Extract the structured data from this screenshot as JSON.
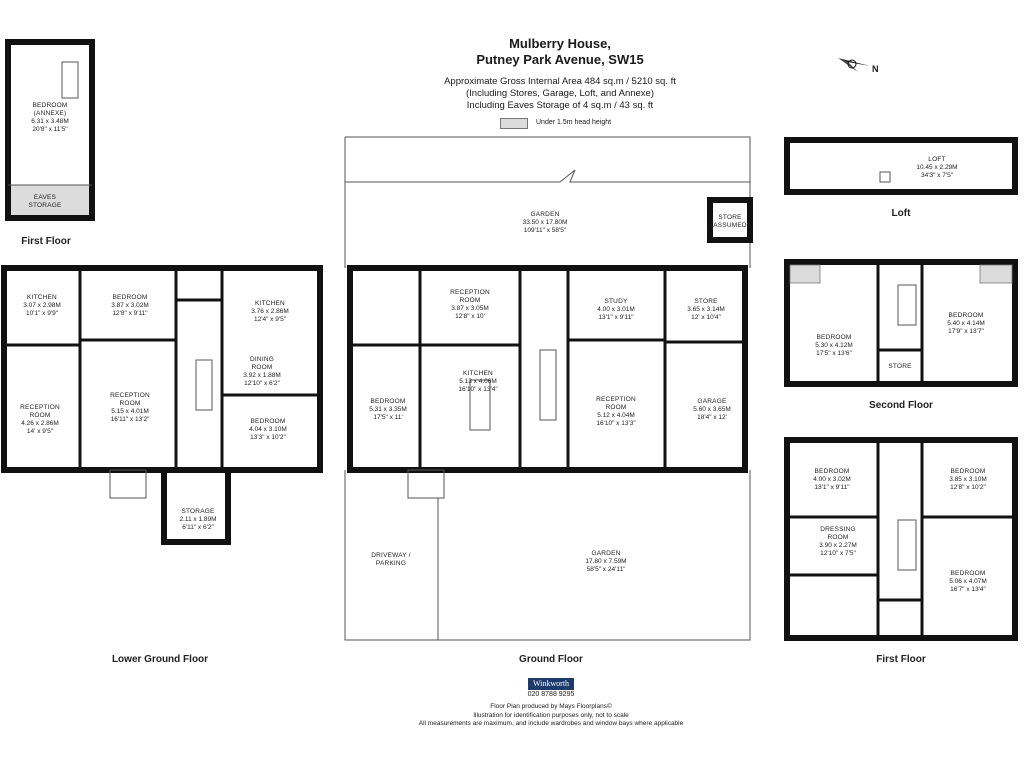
{
  "header": {
    "title_line1": "Mulberry House,",
    "title_line2": "Putney Park Avenue, SW15",
    "area_line1": "Approximate Gross Internal Area 484 sq.m  /  5210 sq. ft",
    "area_line2": "(Including Stores, Garage, Loft, and Annexe)",
    "area_line3": "Including Eaves Storage of 4 sq.m  /  43 sq. ft",
    "legend": "Under 1.5m head height"
  },
  "floors": {
    "annexe_first": "First Floor",
    "lower_ground": "Lower Ground Floor",
    "ground": "Ground Floor",
    "loft": "Loft",
    "second": "Second Floor",
    "first": "First Floor"
  },
  "rooms": {
    "annexe_bedroom": {
      "name": "BEDROOM\n(ANNEXE)",
      "m": "6.31 x 3.48M",
      "ft": "20'8\" x 11'5\""
    },
    "eaves": {
      "name": "EAVES\nSTORAGE"
    },
    "lg_kitchen": {
      "name": "KITCHEN",
      "m": "3.07 x 2.98M",
      "ft": "10'1\" x 9'9\""
    },
    "lg_bedroom1": {
      "name": "BEDROOM",
      "m": "3.87 x 3.02M",
      "ft": "12'8\" x 9'11\""
    },
    "lg_kitchen2": {
      "name": "KITCHEN",
      "m": "3.76 x 2.86M",
      "ft": "12'4\" x 9'5\""
    },
    "lg_dining": {
      "name": "DINING\nROOM",
      "m": "3.92 x 1.88M",
      "ft": "12'10\" x 6'2\""
    },
    "lg_reception1": {
      "name": "RECEPTION\nROOM",
      "m": "4.26 x 2.86M",
      "ft": "14' x 9'5\""
    },
    "lg_reception2": {
      "name": "RECEPTION\nROOM",
      "m": "5.15 x 4.01M",
      "ft": "16'11\" x 13'2\""
    },
    "lg_bedroom2": {
      "name": "BEDROOM",
      "m": "4.04 x 3.10M",
      "ft": "13'3\" x 10'2\""
    },
    "lg_storage": {
      "name": "STORAGE",
      "m": "2.11 x 1.89M",
      "ft": "6'11\" x 6'2\""
    },
    "g_garden_rear": {
      "name": "GARDEN",
      "m": "33.50 x 17.80M",
      "ft": "109'11\" x 58'5\""
    },
    "g_store_assumed": {
      "name": "STORE\n(ASSUMED)"
    },
    "g_reception1": {
      "name": "RECEPTION\nROOM",
      "m": "3.87 x 3.05M",
      "ft": "12'8\" x 10'"
    },
    "g_study": {
      "name": "STUDY",
      "m": "4.00 x 3.01M",
      "ft": "13'1\" x 9'11\""
    },
    "g_store": {
      "name": "STORE",
      "m": "3.65 x 3.14M",
      "ft": "12' x 10'4\""
    },
    "g_bedroom": {
      "name": "BEDROOM",
      "m": "5.31 x 3.35M",
      "ft": "17'5\" x 11'"
    },
    "g_kitchen": {
      "name": "KITCHEN",
      "m": "5.13 x 4.06M",
      "ft": "16'10\" x 13'4\""
    },
    "g_reception2": {
      "name": "RECEPTION\nROOM",
      "m": "5.12 x 4.04M",
      "ft": "16'10\" x 13'3\""
    },
    "g_garage": {
      "name": "GARAGE",
      "m": "5.60 x 3.65M",
      "ft": "18'4\" x 12'"
    },
    "g_driveway": {
      "name": "DRIVEWAY /\nPARKING"
    },
    "g_garden_front": {
      "name": "GARDEN",
      "m": "17.80 x 7.59M",
      "ft": "58'5\" x 24'11\""
    },
    "loft": {
      "name": "LOFT",
      "m": "10.45 x 2.29M",
      "ft": "34'3\" x 7'5\""
    },
    "s_bedroom1": {
      "name": "BEDROOM",
      "m": "5.30 x 4.12M",
      "ft": "17'5\" x 13'6\""
    },
    "s_bedroom2": {
      "name": "BEDROOM",
      "m": "5.40 x 4.14M",
      "ft": "17'9\" x 13'7\""
    },
    "s_store": {
      "name": "STORE"
    },
    "f_bedroom1": {
      "name": "BEDROOM",
      "m": "4.00 x 3.02M",
      "ft": "13'1\" x 9'11\""
    },
    "f_bedroom2": {
      "name": "BEDROOM",
      "m": "3.85 x 3.10M",
      "ft": "12'8\" x 10'2\""
    },
    "f_dressing": {
      "name": "DRESSING\nROOM",
      "m": "3.90 x 2.27M",
      "ft": "12'10\" x 7'5\""
    },
    "f_bedroom3": {
      "name": "BEDROOM",
      "m": "5.06 x 4.07M",
      "ft": "16'7\" x 13'4\""
    }
  },
  "compass": {
    "letter": "N"
  },
  "footer": {
    "brand": "Winkworth",
    "phone": "020 8788 9295",
    "line1": "Floor Plan produced by Mays Floorplans©",
    "line2": "Illustration for identification purposes only, not to scale",
    "line3": "All measurements are maximum, and include wardrobes and window bays where applicable"
  }
}
